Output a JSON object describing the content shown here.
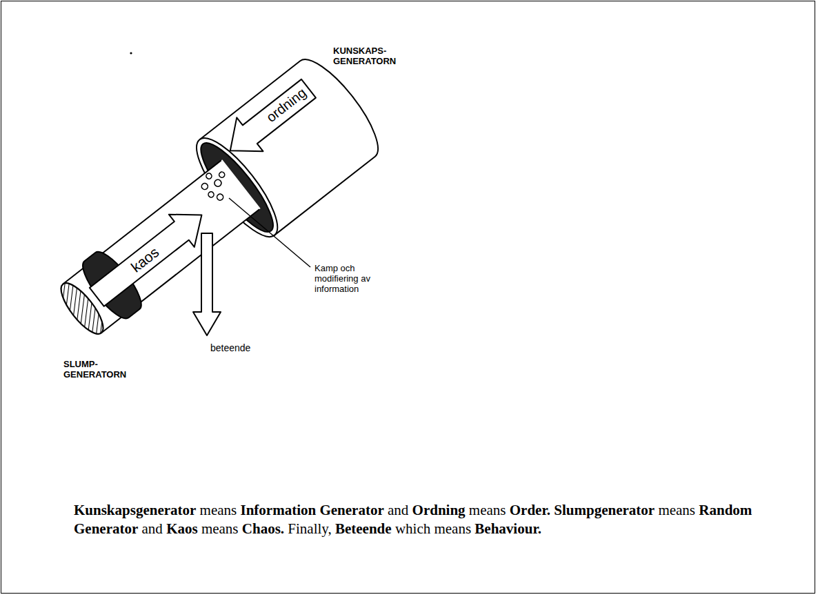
{
  "diagram": {
    "caption": "Kunskapsgenerator means Information Generator and Ordning means Order. Slumpgenerator means Random Generator and Kaos means Chaos. Finally, Beteende which means Behaviour.",
    "labels": [
      "KUNSKAPS- GENERATORN",
      "ordning",
      "kaos",
      "Kamp och modifiering av information",
      "beteende",
      "SLUMP- GENERATORN"
    ]
  }
}
